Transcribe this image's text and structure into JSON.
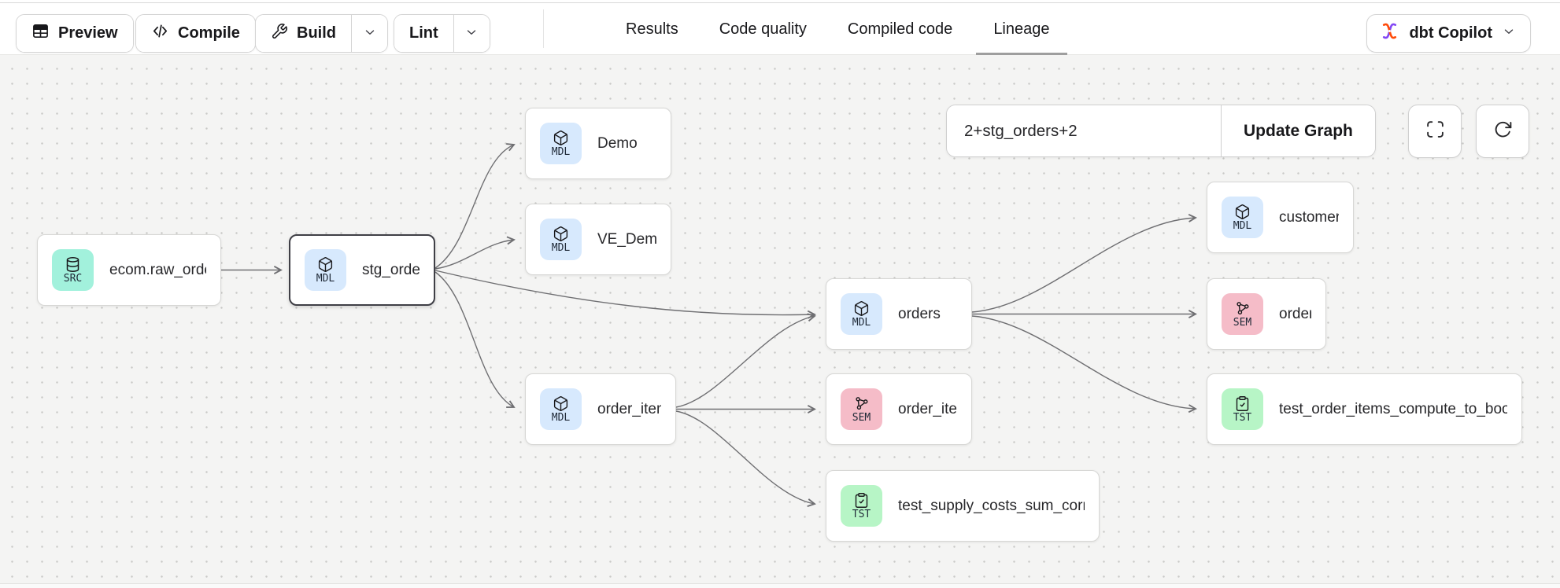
{
  "toolbar": {
    "buttons": {
      "preview": "Preview",
      "compile": "Compile",
      "build": "Build",
      "lint": "Lint"
    }
  },
  "tabs": [
    {
      "label": "Results",
      "active": false
    },
    {
      "label": "Code quality",
      "active": false
    },
    {
      "label": "Compiled code",
      "active": false
    },
    {
      "label": "Lineage",
      "active": true
    }
  ],
  "copilot": {
    "label": "dbt Copilot"
  },
  "lineage": {
    "selector": "2+stg_orders+2",
    "update_button": "Update Graph",
    "nodes": [
      {
        "type": "SRC",
        "label": "ecom.raw_orders",
        "selected": false
      },
      {
        "type": "MDL",
        "label": "stg_orders",
        "selected": true
      },
      {
        "type": "MDL",
        "label": "Demo",
        "selected": false
      },
      {
        "type": "MDL",
        "label": "VE_Demo",
        "selected": false
      },
      {
        "type": "MDL",
        "label": "order_items",
        "selected": false
      },
      {
        "type": "MDL",
        "label": "orders",
        "selected": false
      },
      {
        "type": "SEM",
        "label": "order_item",
        "selected": false
      },
      {
        "type": "TST",
        "label": "test_supply_costs_sum_correctly",
        "selected": false
      },
      {
        "type": "MDL",
        "label": "customers",
        "selected": false
      },
      {
        "type": "SEM",
        "label": "orders",
        "selected": false
      },
      {
        "type": "TST",
        "label": "test_order_items_compute_to_bools_c...",
        "selected": false
      }
    ],
    "edges": [
      "ecom.raw_orders -> stg_orders",
      "stg_orders -> Demo",
      "stg_orders -> VE_Demo",
      "stg_orders -> orders",
      "stg_orders -> order_items",
      "order_items -> orders",
      "order_items -> order_item",
      "order_items -> test_supply_costs_sum_correctly",
      "orders -> customers",
      "orders -> orders(sem)",
      "orders -> test_order_items_compute_to_bools_c..."
    ]
  },
  "colors": {
    "source_chip": "#a2f1dc",
    "model_chip": "#d7e9fd",
    "semantic_chip": "#f5bcc8",
    "test_chip": "#b7f5c6",
    "edge": "#6f6f72",
    "selected_border": "#3f3f46",
    "copilot_orange": "#ff4a08",
    "copilot_purple": "#8247f5",
    "active_tab_underline": "#9e9e9e",
    "canvas_bg": "#f4f4f3"
  }
}
